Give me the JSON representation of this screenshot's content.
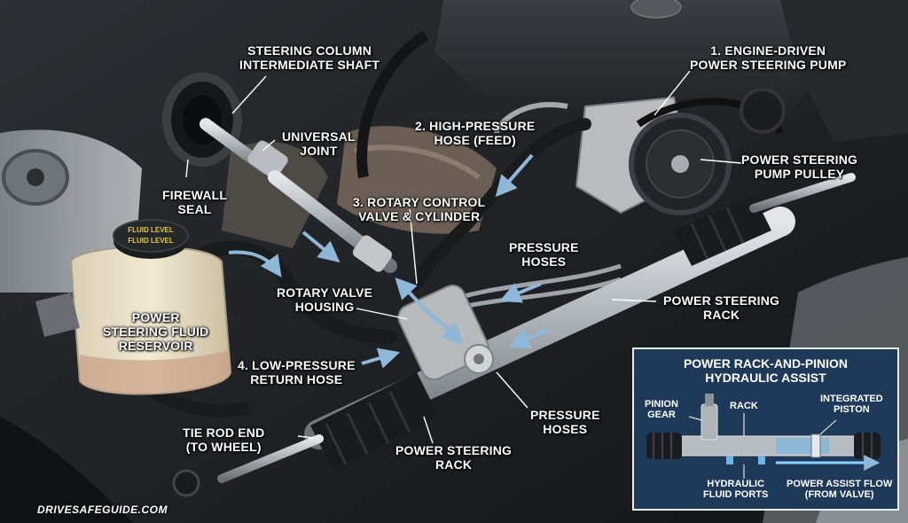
{
  "labels": {
    "steering_column": [
      "STEERING COLUMN",
      "INTERMEDIATE SHAFT"
    ],
    "universal_joint": [
      "UNIVERSAL",
      "JOINT"
    ],
    "firewall_seal": [
      "FIREWALL",
      "SEAL"
    ],
    "pump": [
      "1. ENGINE-DRIVEN",
      "POWER STEERING PUMP"
    ],
    "high_pressure_hose": [
      "2. HIGH-PRESSURE",
      "HOSE (FEED)"
    ],
    "pump_pulley": [
      "POWER STEERING",
      "PUMP PULLEY"
    ],
    "rotary_control_valve": [
      "3. ROTARY CONTROL",
      "VALVE & CYLINDER"
    ],
    "pressure_hoses_top": [
      "PRESSURE",
      "HOSES"
    ],
    "rotary_valve_housing": [
      "ROTARY VALVE",
      "HOUSING"
    ],
    "rack_right": [
      "POWER STEERING",
      "RACK"
    ],
    "reservoir": [
      "POWER",
      "STEERING FLUID",
      "RESERVOIR"
    ],
    "return_hose": [
      "4. LOW-PRESSURE",
      "RETURN HOSE"
    ],
    "pressure_hoses_bottom": [
      "PRESSURE",
      "HOSES"
    ],
    "tie_rod_end": [
      "TIE ROD END",
      "(TO WHEEL)"
    ],
    "rack_bottom": [
      "POWER STEERING",
      "RACK"
    ]
  },
  "reservoir_cap_text": [
    "FLUID LEVEL",
    "FLUID LEVEL"
  ],
  "inset": {
    "title": [
      "POWER RACK-AND-PINION",
      "HYDRAULIC ASSIST"
    ],
    "pinion_gear": [
      "PINION",
      "GEAR"
    ],
    "rack": [
      "RACK"
    ],
    "integrated_piston": [
      "INTEGRATED",
      "PISTON"
    ],
    "hydraulic_ports": [
      "HYDRAULIC",
      "FLUID PORTS"
    ],
    "assist_flow": [
      "POWER ASSIST FLOW",
      "(FROM VALVE)"
    ]
  },
  "watermark": "DRIVESAFEGUIDE.COM",
  "colors": {
    "flow_arrow": "#8fb8d8",
    "label_text": "#ffffff",
    "inset_bg": "#1e3a58",
    "reservoir": "#e9dfc5"
  }
}
